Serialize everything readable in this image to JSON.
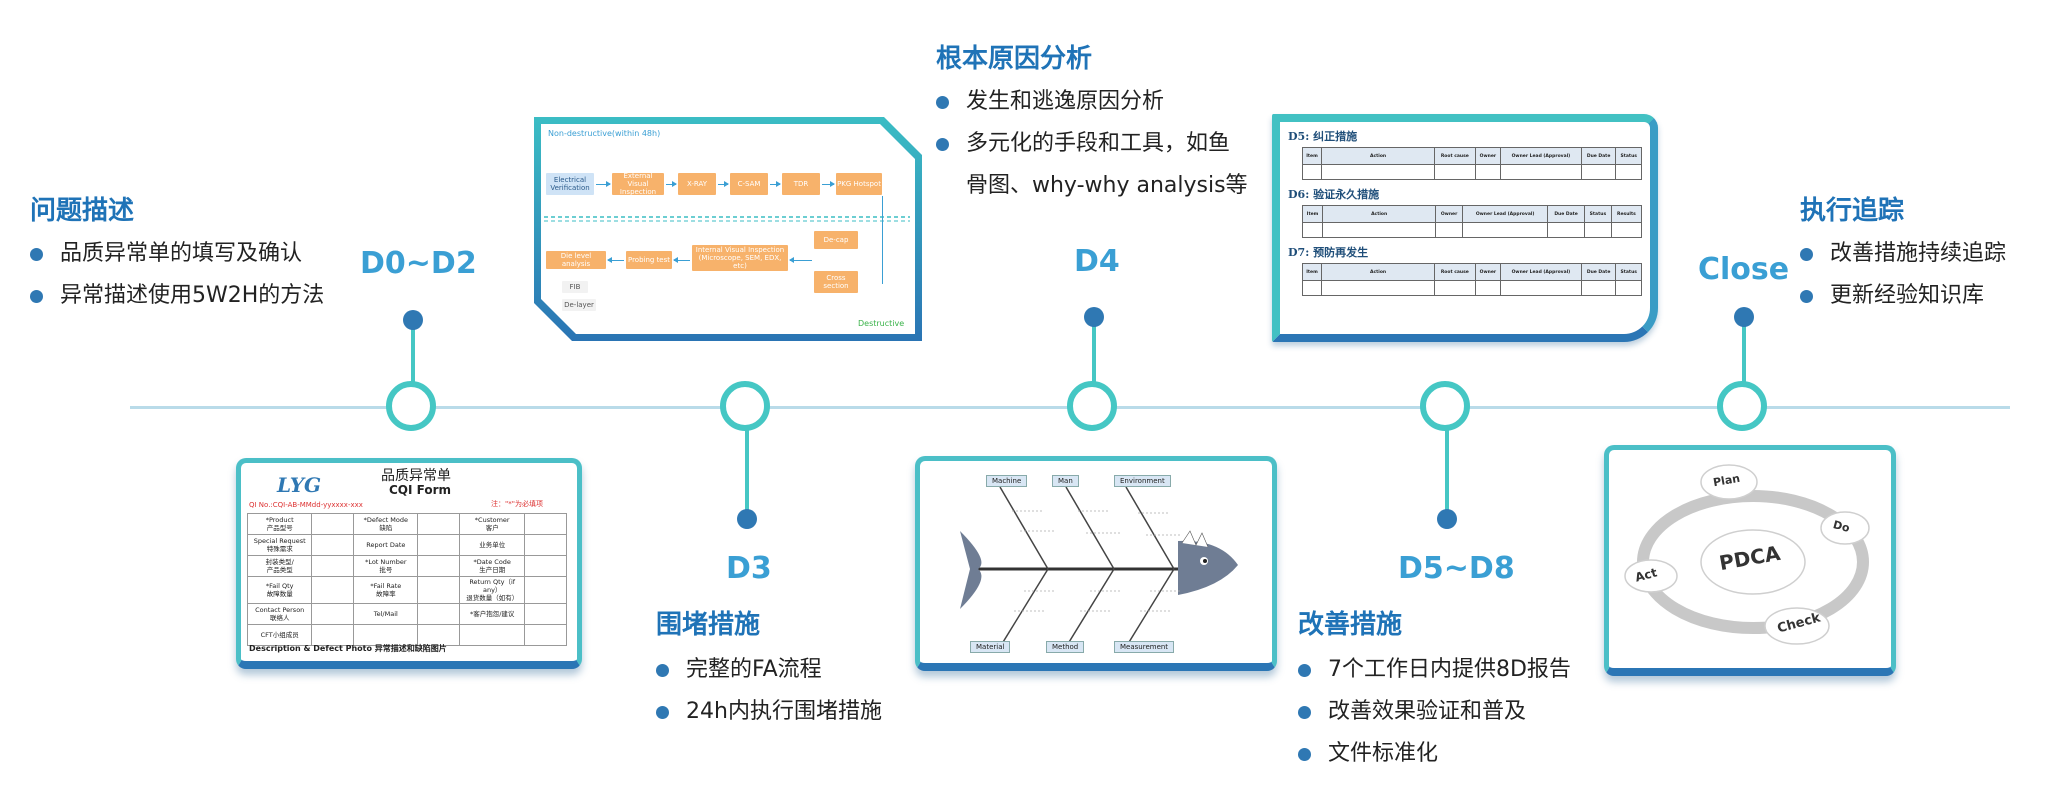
{
  "phases": {
    "d0d2": {
      "label": "D0~D2",
      "title": "问题描述",
      "bullets": [
        "品质异常单的填写及确认",
        "异常描述使用5W2H的方法"
      ]
    },
    "d3": {
      "label": "D3",
      "title": "围堵措施",
      "bullets": [
        "完整的FA流程",
        "24h内执行围堵措施"
      ]
    },
    "d4": {
      "label": "D4",
      "title": "根本原因分析",
      "bullets": [
        "发生和逃逸原因分析",
        "多元化的手段和工具，如鱼",
        "骨图、why-why analysis等"
      ]
    },
    "d5d8": {
      "label": "D5~D8",
      "title": "改善措施",
      "bullets": [
        "7个工作日内提供8D报告",
        "改善效果验证和普及",
        "文件标准化"
      ]
    },
    "close": {
      "label": "Close",
      "title": "执行追踪",
      "bullets": [
        "改善措施持续追踪",
        "更新经验知识库"
      ]
    }
  },
  "cqi_form": {
    "logo": "LYG",
    "title_cn": "品质异常单",
    "title_en": "CQI Form",
    "qi_no": "QI No.:CQI-AB-MMdd-yyxxxx-xxx",
    "note": "注：\"*\"为必填项",
    "rows": [
      [
        "*Product\n产品型号",
        "*Defect Mode\n缺陷",
        "*Customer\n客户"
      ],
      [
        "Special Request\n特殊需求",
        "Report Date",
        "业务单位"
      ],
      [
        "封装类型/\n产品类型",
        "*Lot Number\n批号",
        "*Date Code\n生产日期"
      ],
      [
        "*Fail Qty\n故障数量",
        "*Fail Rate\n故障率",
        "Return Qty（if any）\n退货数量（如有）"
      ],
      [
        "Contact Person\n联络人",
        "Tel/Mail",
        "*客户抱怨/建议"
      ],
      [
        "CFT小组成员",
        "",
        ""
      ]
    ],
    "footer": "Description & Defect Photo  异常描述和缺陷图片"
  },
  "fa_flow": {
    "top_label": "Non-destructive(within 48h)",
    "bottom_label": "Destructive",
    "top_row": [
      "Electrical\nVerification",
      "External Visual\nInspection",
      "X-RAY",
      "C-SAM",
      "TDR",
      "PKG Hotspot"
    ],
    "side_col": [
      "De-cap",
      "Cross\nsection"
    ],
    "bottom_row": [
      "Die level analysis",
      "Probing test",
      "Internal Visual Inspection\n(Microscope, SEM, EDX, etc)"
    ],
    "extras": [
      "FIB",
      "De-layer"
    ]
  },
  "fishbone": {
    "top_labels": [
      "Machine",
      "Man",
      "Environment"
    ],
    "bottom_labels": [
      "Material",
      "Method",
      "Measurement"
    ]
  },
  "d5_table": {
    "sections": [
      {
        "title": "D5: 纠正措施",
        "headers": [
          "Item",
          "Action",
          "Root cause",
          "Owner",
          "Owner Lead (Approval)",
          "Due Date",
          "Status"
        ]
      },
      {
        "title": "D6: 验证永久措施",
        "headers": [
          "Item",
          "Action",
          "Owner",
          "Owner Lead (Approval)",
          "Due Date",
          "Status",
          "Results"
        ]
      },
      {
        "title": "D7: 预防再发生",
        "headers": [
          "Item",
          "Action",
          "Root cause",
          "Owner",
          "Owner Lead (Approval)",
          "Due Date",
          "Status"
        ]
      }
    ]
  },
  "pdca": {
    "center": "PDCA",
    "steps": [
      "Plan",
      "Do",
      "Check",
      "Act"
    ]
  }
}
